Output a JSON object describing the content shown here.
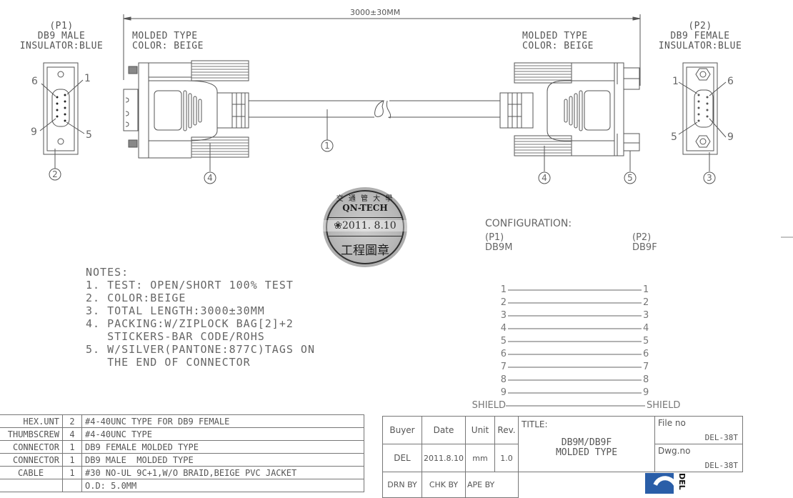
{
  "dimension": {
    "length_label": "3000±30MM"
  },
  "p1": {
    "ref": "(P1)",
    "name": "DB9 MALE",
    "insulator": "INSULATOR:BLUE",
    "pins": {
      "top_left": "6",
      "top_right": "1",
      "bottom_left": "9",
      "bottom_right": "5"
    },
    "balloon": "2"
  },
  "p2": {
    "ref": "(P2)",
    "name": "DB9 FEMALE",
    "insulator": "INSULATOR:BLUE",
    "pins": {
      "top_left": "1",
      "top_right": "6",
      "bottom_left": "5",
      "bottom_right": "9"
    },
    "balloon": "3"
  },
  "left_molding": {
    "line1": "MOLDED TYPE",
    "line2": "COLOR: BEIGE",
    "balloon": "4"
  },
  "right_molding": {
    "line1": "MOLDED TYPE",
    "line2": "COLOR: BEIGE",
    "balloon_overmold": "4",
    "balloon_hex": "5"
  },
  "cable": {
    "balloon": "1"
  },
  "stamp": {
    "top": "交 通 管 大 學",
    "company": "QN-TECH",
    "date": "❀2011. 8.10",
    "bottom": "工程圖章"
  },
  "notes": {
    "title": "NOTES:",
    "items": [
      "1. TEST: OPEN/SHORT 100% TEST",
      "2. COLOR:BEIGE",
      "3. TOTAL LENGTH:3000±30MM",
      "4. PACKING:W/ZIPLOCK BAG[2]+2",
      "   STICKERS-BAR CODE/ROHS",
      "5. W/SILVER(PANTONE:877C)TAGS ON",
      "   THE END OF CONNECTOR"
    ]
  },
  "configuration": {
    "title": "CONFIGURATION:",
    "left_ref": "(P1)",
    "left_name": "DB9M",
    "right_ref": "(P2)",
    "right_name": "DB9F",
    "wiring": [
      {
        "from": "1",
        "to": "1"
      },
      {
        "from": "2",
        "to": "2"
      },
      {
        "from": "3",
        "to": "3"
      },
      {
        "from": "4",
        "to": "4"
      },
      {
        "from": "5",
        "to": "5"
      },
      {
        "from": "6",
        "to": "6"
      },
      {
        "from": "7",
        "to": "7"
      },
      {
        "from": "8",
        "to": "8"
      },
      {
        "from": "9",
        "to": "9"
      },
      {
        "from": "SHIELD",
        "to": "SHIELD"
      }
    ]
  },
  "bom": {
    "rows": [
      {
        "part": "HEX.UNT",
        "qty": "2",
        "desc": "#4-40UNC TYPE FOR DB9 FEMALE"
      },
      {
        "part": "THUMBSCREW",
        "qty": "4",
        "desc": "#4-40UNC TYPE"
      },
      {
        "part": "CONNECTOR",
        "qty": "1",
        "desc": "DB9 FEMALE MOLDED TYPE"
      },
      {
        "part": "CONNECTOR",
        "qty": "1",
        "desc": "DB9 MALE  MOLDED TYPE"
      },
      {
        "part": "CABLE",
        "qty": "1",
        "desc": "#30 NO-UL 9C+1,W/O BRAID,BEIGE PVC JACKET"
      },
      {
        "part": "",
        "qty": "",
        "desc": "O.D: 5.0MM"
      }
    ]
  },
  "title_block": {
    "buyer_label": "Buyer",
    "date_label": "Date",
    "unit_label": "Unit",
    "rev_label": "Rev.",
    "buyer": "DEL",
    "date": "2011.8.10",
    "unit": "mm",
    "rev": "1.0",
    "title_label": "TITLE:",
    "title_line1": "DB9M/DB9F",
    "title_line2": "MOLDED TYPE",
    "file_no_label": "File no",
    "file_no": "DEL-38T",
    "dwg_no_label": "Dwg.no",
    "dwg_no": "DEL-38T",
    "drn_by_label": "DRN BY",
    "chk_by_label": "CHK BY",
    "ape_by_label": "APE BY",
    "logo_text": "DEL",
    "logo_color": "#2a5ea8"
  }
}
